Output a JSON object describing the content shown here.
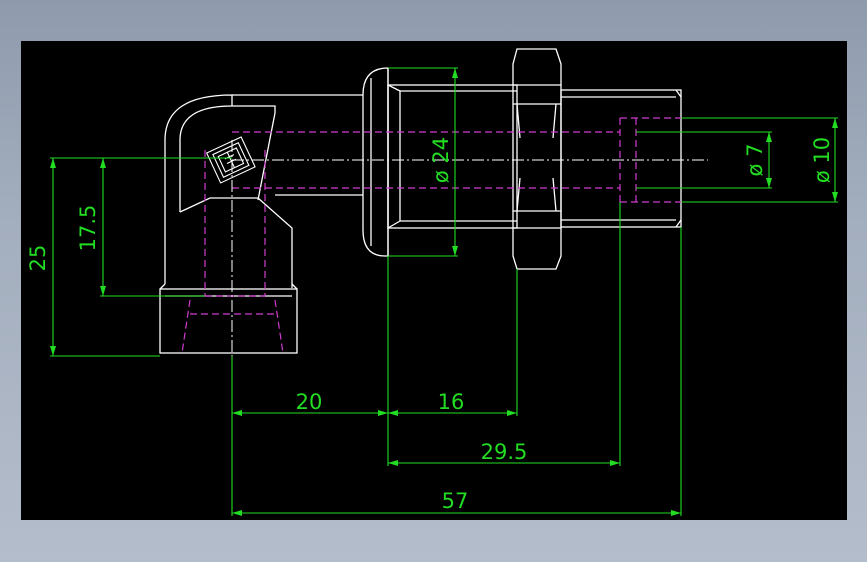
{
  "colors": {
    "background": "#000000",
    "outline": "#ffffff",
    "hidden": "#d03cd0",
    "dimension": "#22dd22",
    "frame": "#9aa5b6"
  },
  "dimensions": {
    "height_25": "25",
    "height_17_5": "17.5",
    "width_20": "20",
    "width_16": "16",
    "width_29_5": "29.5",
    "width_57": "57",
    "dia_24": "ø 24",
    "dia_7": "ø 7",
    "dia_10": "ø 10"
  }
}
